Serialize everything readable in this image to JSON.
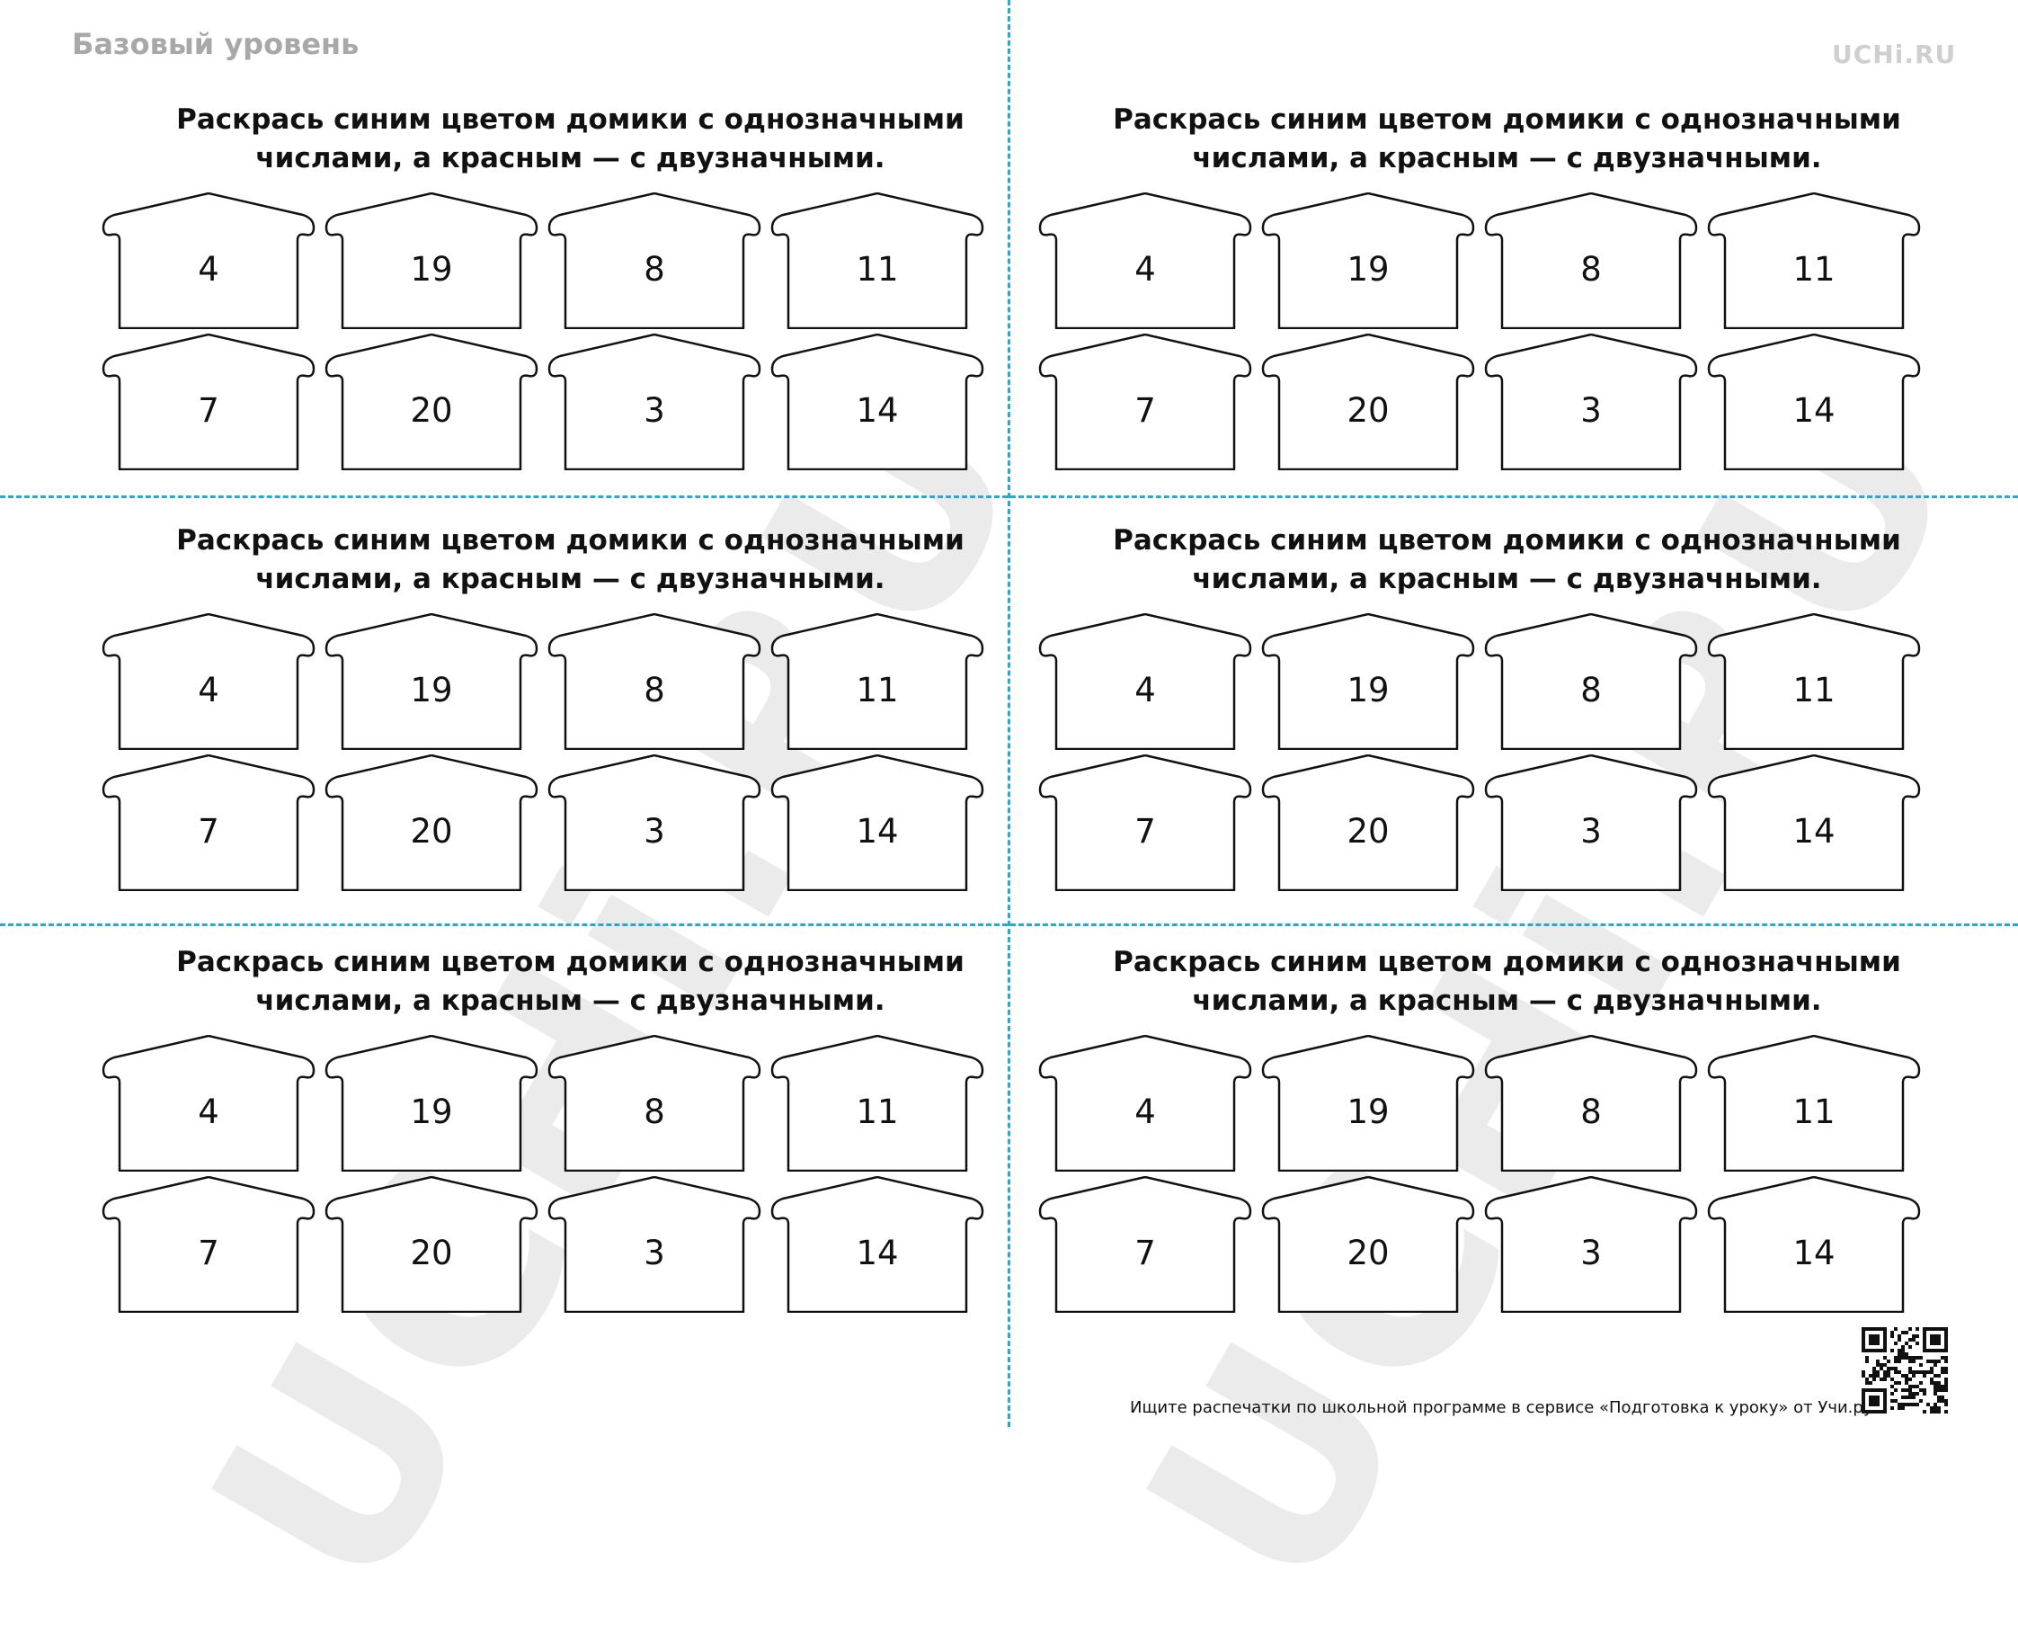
{
  "header": {
    "level": "Базовый уровень",
    "logo": "UCHi.RU"
  },
  "watermark": "UCHi.RU",
  "cards": [
    {
      "task_line1": "Раскрась синим цветом домики с однозначными",
      "task_line2": "числами, а красным — с двузначными.",
      "houses": [
        "4",
        "19",
        "8",
        "11",
        "7",
        "20",
        "3",
        "14"
      ]
    },
    {
      "task_line1": "Раскрась синим цветом домики с однозначными",
      "task_line2": "числами, а красным — с двузначными.",
      "houses": [
        "4",
        "19",
        "8",
        "11",
        "7",
        "20",
        "3",
        "14"
      ]
    },
    {
      "task_line1": "Раскрась синим цветом домики с однозначными",
      "task_line2": "числами, а красным — с двузначными.",
      "houses": [
        "4",
        "19",
        "8",
        "11",
        "7",
        "20",
        "3",
        "14"
      ]
    },
    {
      "task_line1": "Раскрась синим цветом домики с однозначными",
      "task_line2": "числами, а красным — с двузначными.",
      "houses": [
        "4",
        "19",
        "8",
        "11",
        "7",
        "20",
        "3",
        "14"
      ]
    },
    {
      "task_line1": "Раскрась синим цветом домики с однозначными",
      "task_line2": "числами, а красным — с двузначными.",
      "houses": [
        "4",
        "19",
        "8",
        "11",
        "7",
        "20",
        "3",
        "14"
      ]
    },
    {
      "task_line1": "Раскрась синим цветом домики с однозначными",
      "task_line2": "числами, а красным — с двузначными.",
      "houses": [
        "4",
        "19",
        "8",
        "11",
        "7",
        "20",
        "3",
        "14"
      ]
    }
  ],
  "footer": {
    "text": "Ищите распечатки по школьной программе в сервисе «Подготовка к уроку» от Учи.ру."
  },
  "colors": {
    "cut_line": "#29a8d6",
    "watermark": "#ebebeb"
  }
}
